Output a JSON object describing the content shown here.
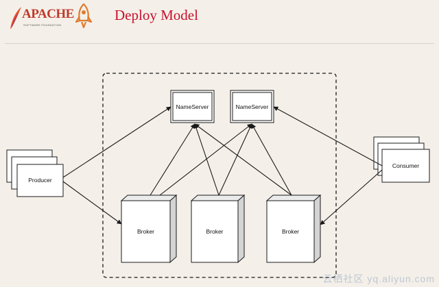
{
  "header": {
    "brand_word": "APACHE",
    "brand_sub": "SOFTWARE FOUNDATION",
    "title": "Deploy Model"
  },
  "diagram": {
    "name_servers": [
      {
        "label": "NameServer"
      },
      {
        "label": "NameServer"
      }
    ],
    "brokers": [
      {
        "label": "Broker"
      },
      {
        "label": "Broker"
      },
      {
        "label": "Broker"
      }
    ],
    "producer": {
      "label": "Producer"
    },
    "consumer": {
      "label": "Consumer"
    }
  },
  "watermark": "云栖社区 yq.aliyun.com",
  "colors": {
    "background": "#f4f0e9",
    "title": "#c8102e",
    "line": "#1a1a1a",
    "box_fill": "#ffffff",
    "broker_side": "#d4d4d4"
  }
}
